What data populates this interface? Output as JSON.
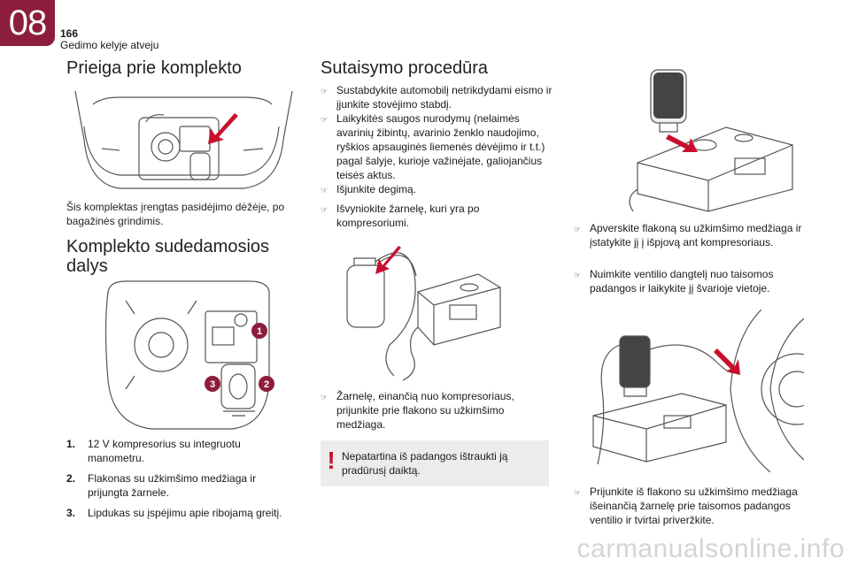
{
  "header": {
    "chapter": "08",
    "page_number": "166",
    "section": "Gedimo kelyje atveju"
  },
  "left": {
    "title_access": "Prieiga prie komplekto",
    "access_text": "Šis komplektas įrengtas pasidėjimo dėžėje, po bagažinės grindimis.",
    "title_parts": "Komplekto sudedamosios dalys",
    "parts_labels": [
      "1",
      "2",
      "3"
    ],
    "parts": [
      {
        "n": "1.",
        "text": "12 V kompresorius su integruotu manometru."
      },
      {
        "n": "2.",
        "text": "Flakonas su užkimšimo medžiaga ir prijungta žarnele."
      },
      {
        "n": "3.",
        "text": "Lipdukas su įspėjimu apie ribojamą greitį."
      }
    ]
  },
  "middle": {
    "title": "Sutaisymo procedūra",
    "steps_a": [
      "Sustabdykite automobilį netrikdydami eismo ir įjunkite stovėjimo stabdį.",
      "Laikykitės saugos nurodymų (nelaimės avarinių žibintų, avarinio ženklo naudojimo, ryškios apsauginės liemenės dėvėjimo ir t.t.) pagal šalyje, kurioje važinėjate, galiojančius teisės aktus.",
      "Išjunkite degimą."
    ],
    "step_b": "Išvyniokite žarnelę, kuri yra po kompresoriumi.",
    "step_c": "Žarnelę, einančią nuo kompresoriaus, prijunkite prie flakono su užkimšimo medžiaga.",
    "warning": "Nepatartina iš padangos ištraukti ją pradūrusį daiktą."
  },
  "right": {
    "step_d": "Apverskite flakoną su užkimšimo medžiaga ir įstatykite jį į išpjovą ant kompresoriaus.",
    "step_e": "Nuimkite ventilio dangtelį nuo taisomos padangos ir laikykite jį švarioje vietoje.",
    "step_f": "Prijunkite iš flakono su užkimšimo medžiaga išeinančią žarnelę prie taisomos padangos ventilio ir tvirtai priveržkite."
  },
  "bullet_glyph": "☞",
  "warning_mark": "!",
  "watermark": "carmanualsonline.info",
  "colors": {
    "accent": "#8c1d3d",
    "arrow": "#c8102e",
    "warning_bg": "#ececec"
  },
  "icons": [
    "trunk-kit-illustration",
    "kit-parts-illustration",
    "compressor-hose-illustration",
    "bottle-on-compressor-illustration",
    "tyre-valve-illustration"
  ]
}
